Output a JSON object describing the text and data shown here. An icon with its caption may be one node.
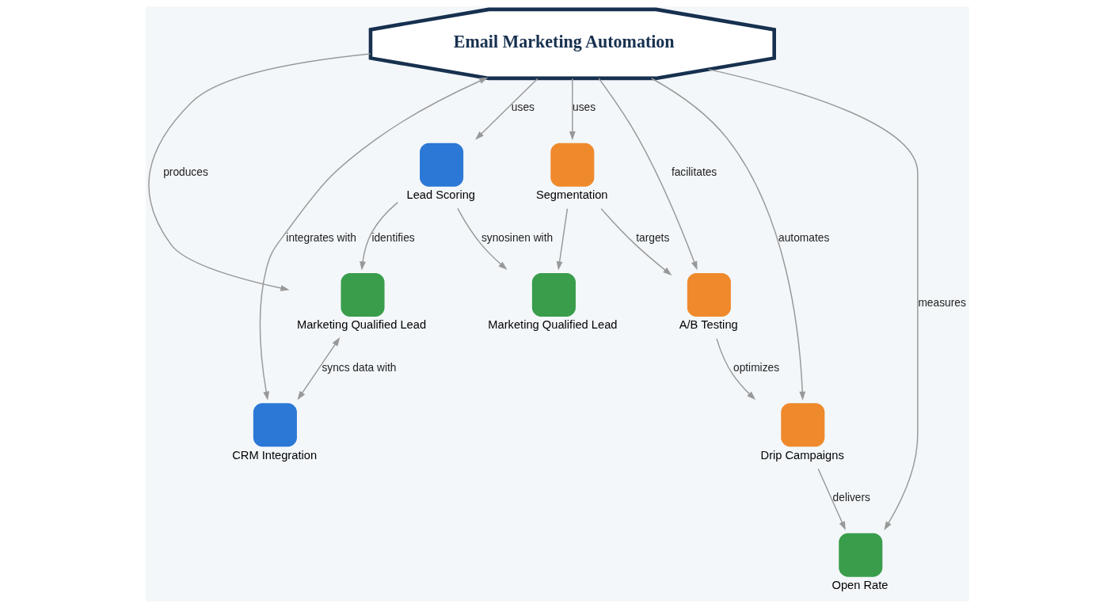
{
  "diagram": {
    "nodes": [
      {
        "text": [
          "Email Marketing Automation"
        ]
      },
      {
        "text": [
          "Lead Scoring"
        ]
      },
      {
        "text": [
          "Marketing Qualified Lead"
        ]
      },
      {
        "text": [
          "Marketing Qualified Lead"
        ]
      },
      {
        "text": [
          "Segmentation"
        ]
      },
      {
        "text": [
          "CRM Integration"
        ]
      },
      {
        "text": [
          "A/B Testing"
        ]
      },
      {
        "text": [
          "Drip Campaigns"
        ]
      },
      {
        "text": [
          "Open Rate"
        ]
      }
    ],
    "edges": [
      {
        "from": 1,
        "to": 2,
        "arrow": "to",
        "label": "identifies"
      },
      {
        "from": 0,
        "to": 1,
        "arrow": "to",
        "label": "uses"
      },
      {
        "from": 1,
        "to": 3,
        "arrow": "to",
        "label": "synosinen with"
      },
      {
        "from": 0,
        "to": 2,
        "arrow": "to",
        "label": "produces"
      },
      {
        "from": 2,
        "to": 5,
        "arrow": "both",
        "label": "syncs data with"
      },
      {
        "from": 0,
        "to": 4,
        "arrow": "to",
        "label": "uses"
      },
      {
        "from": 4,
        "to": 3,
        "arrow": "to"
      },
      {
        "from": 0,
        "to": 5,
        "arrow": "both",
        "label": "integrates with"
      },
      {
        "from": 0,
        "to": 8,
        "arrow": "to",
        "label": "measures"
      },
      {
        "from": 4,
        "to": 6,
        "arrow": "to",
        "label": "targets"
      },
      {
        "from": 0,
        "to": 6,
        "arrow": "to",
        "label": "facilitates"
      },
      {
        "from": 0,
        "to": 7,
        "arrow": "to",
        "label": "automates"
      },
      {
        "from": 6,
        "to": 7,
        "arrow": "to",
        "label": "optimizes"
      },
      {
        "from": 7,
        "to": 8,
        "arrow": "to",
        "label": "delivers"
      }
    ]
  }
}
